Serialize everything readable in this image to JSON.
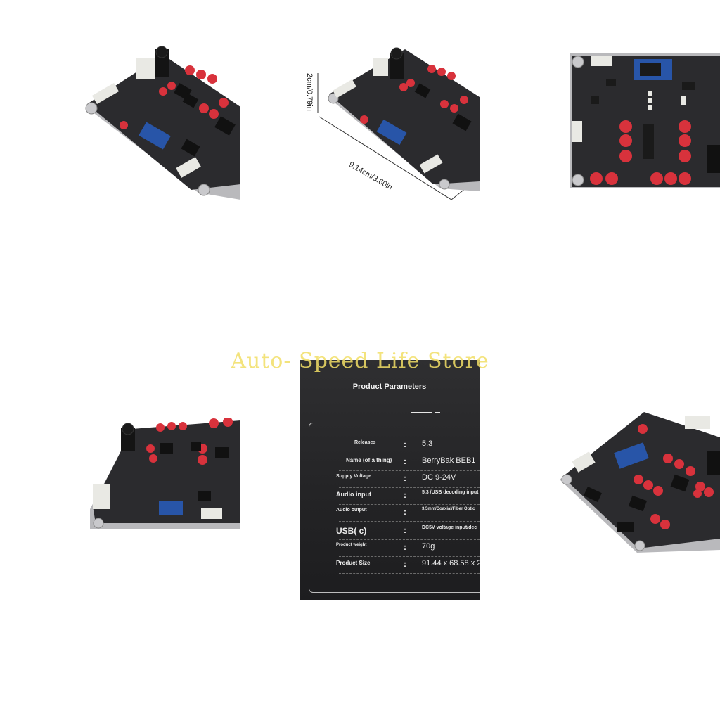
{
  "watermark": "Auto- Speed Life Store",
  "dimensions": {
    "height_label": "2cm/0.79in",
    "length_label": "9.14cm/3.60in"
  },
  "parameters": {
    "title": "Product Parameters",
    "rows": [
      {
        "key": "Releases",
        "value": "5.3"
      },
      {
        "key": "Name (of  a thing)",
        "value": "BerryBak BEB1"
      },
      {
        "key": "Supply Voltage",
        "value": "DC 9-24V"
      },
      {
        "key": "Audio input",
        "value": "5.3 /USB decoding input"
      },
      {
        "key": "Audio output",
        "value": "3.5mm/Coaxial/Fiber Optic"
      },
      {
        "key": "USB(  c)",
        "value": "DC5V voltage input/dec"
      },
      {
        "key": "Product weight",
        "value": "70g"
      },
      {
        "key": "Product Size",
        "value": "91.44 x 68.58 x 2"
      }
    ]
  },
  "colors": {
    "pcb": "#2b2b2e",
    "capacitor_red": "#d8323c",
    "bluetooth_module": "#2855a8",
    "connector_white": "#e9e9e4",
    "frame_grey": "#b9b9bc"
  }
}
